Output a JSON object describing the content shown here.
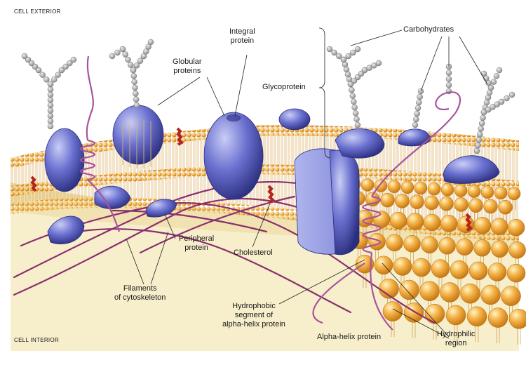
{
  "regions": {
    "exterior": "CELL EXTERIOR",
    "interior": "CELL INTERIOR"
  },
  "labels": {
    "integral_protein": [
      "Integral",
      "protein"
    ],
    "globular_proteins": [
      "Globular",
      "proteins"
    ],
    "carbohydrates": "Carbohydrates",
    "glycoprotein": "Glycoprotein",
    "peripheral_protein": [
      "Peripheral",
      "protein"
    ],
    "cholesterol": "Cholesterol",
    "filaments": [
      "Filaments",
      "of cytoskeleton"
    ],
    "hydrophobic_segment": [
      "Hydrophobic",
      "segment of",
      "alpha-helix protein"
    ],
    "alpha_helix_protein": "Alpha-helix protein",
    "hydrophilic_region": [
      "Hydrophilic",
      "region"
    ]
  },
  "colors": {
    "lipid_head": "#f2a53a",
    "lipid_head_light": "#ffe6a0",
    "lipid_tail": "#d9b463",
    "protein": "#4a4fb8",
    "protein_light": "#a6acee",
    "carbohydrate": "#a9a9a9",
    "cholesterol": "#b3261e",
    "filament": "#8a2f6e",
    "cytoplasm": "#f6ecc6"
  }
}
